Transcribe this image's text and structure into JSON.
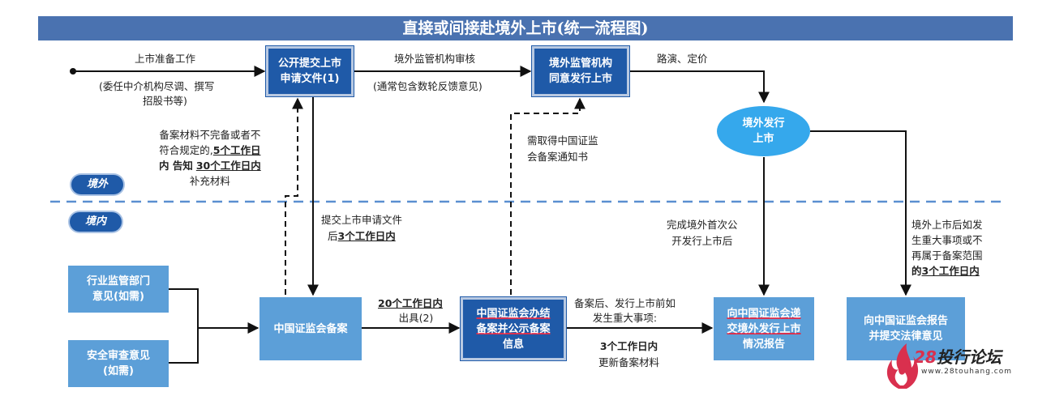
{
  "title": "直接或间接赴境外上市(统一流程图)",
  "regions": {
    "overseas": "境外",
    "domestic": "境内"
  },
  "nodes": {
    "submit_application": {
      "line1": "公开提交上市",
      "line2": "申请文件(1)"
    },
    "overseas_approval": {
      "line1": "境外监管机构",
      "line2": "同意发行上市"
    },
    "overseas_listing": {
      "line1": "境外发行",
      "line2": "上市"
    },
    "industry_opinion": {
      "line1": "行业监管部门",
      "line2": "意见(如需)"
    },
    "security_review": {
      "line1": "安全审查意见",
      "line2": "(如需)"
    },
    "csrc_filing": {
      "text": "中国证监会备案"
    },
    "csrc_complete": {
      "line1": "中国证监会办结",
      "line2": "备案并公示备案",
      "line3": "信息"
    },
    "report_listing": {
      "line1": "向中国证监会递",
      "line2": "交境外发行上市",
      "line3": "情况报告"
    },
    "report_legal": {
      "line1": "向中国证监会报告",
      "line2": "并提交法律意见"
    }
  },
  "labels": {
    "prep_work": "上市准备工作",
    "prep_detail1": "(委任中介机构尽调、撰写",
    "prep_detail2": "招股书等)",
    "overseas_review": "境外监管机构审核",
    "overseas_review_detail": "(通常包含数轮反馈意见)",
    "roadshow": "路演、定价",
    "incomplete1": "备案材料不完备或者不",
    "incomplete2a": "符合规定的,",
    "incomplete2b": "5个工作日",
    "incomplete3a": "内 告知",
    "incomplete3b": "30个工作日内",
    "incomplete4": "补充材料",
    "need_notice1": "需取得中国证监",
    "need_notice2": "会备案通知书",
    "submit_after1": "提交上市申请文件",
    "submit_after2a": "后",
    "submit_after2b": "3个工作日内",
    "first_offering1": "完成境外首次公",
    "first_offering2": "开发行上市后",
    "major_event1": "境外上市后如发",
    "major_event2": "生重大事项或不",
    "major_event3": "再属于备案范围",
    "major_event4a": "的",
    "major_event4b": "3个工作日内",
    "twenty_days": "20个工作日内",
    "issue2": "出具(2)",
    "before_listing1": "备案后、发行上市前如",
    "before_listing2": "发生重大事项:",
    "three_days": "3个工作日内",
    "update_materials": "更新备案材料"
  },
  "watermark": {
    "num": "28",
    "name": "投行论坛",
    "url": "www.28touhang.com"
  },
  "colors": {
    "dark_box": "#1f5aa8",
    "light_box": "#5c9fd8",
    "circle": "#35a8ec",
    "title_bar": "#4a72b0",
    "divider": "#5a8fd0"
  }
}
